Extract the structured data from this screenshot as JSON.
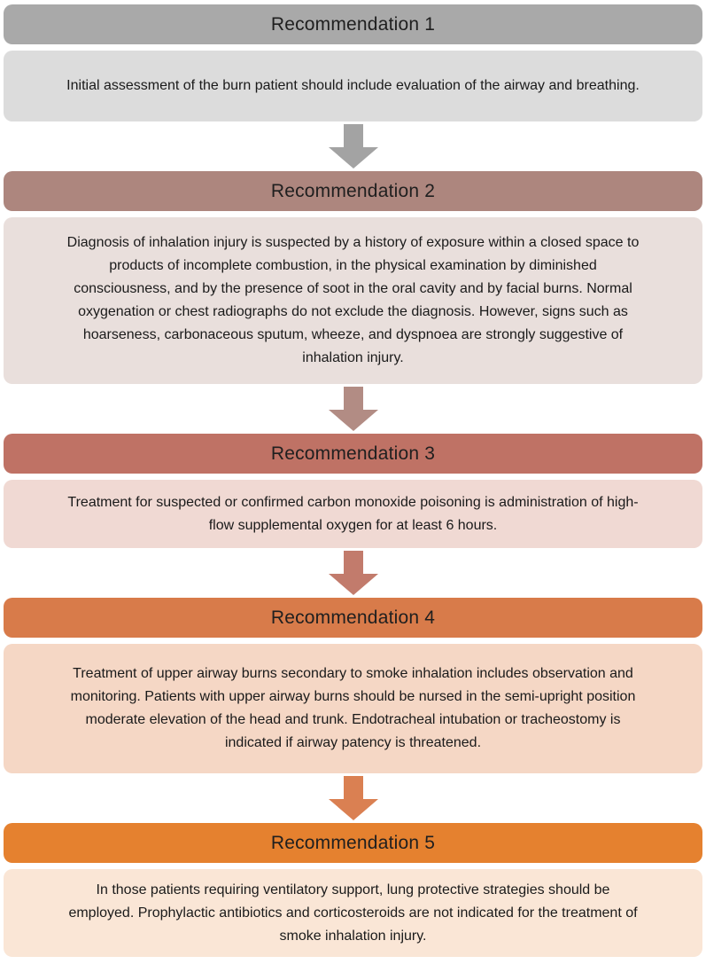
{
  "page": {
    "background_color": "#ffffff"
  },
  "sections": [
    {
      "header": "Recommendation 1",
      "body": "Initial assessment of the burn patient should include evaluation of the airway and breathing.",
      "header_color": "#a9a9a9",
      "body_color": "#dcdcdc",
      "arrow_color": "#a3a3a3"
    },
    {
      "header": "Recommendation 2",
      "body": "Diagnosis of inhalation injury is suspected by a history of exposure within a closed space to products of incomplete combustion, in the physical examination by diminished consciousness, and by the presence of soot in the oral cavity and by facial burns. Normal oxygenation or chest radiographs do not exclude the diagnosis. However, signs such as hoarseness, carbonaceous sputum, wheeze, and dyspnoea are strongly suggestive of inhalation injury.",
      "header_color": "#ad867e",
      "body_color": "#e9dfdc",
      "arrow_color": "#b28c84"
    },
    {
      "header": "Recommendation 3",
      "body": "Treatment for suspected or confirmed carbon monoxide poisoning is administration of high-flow supplemental oxygen for at least 6 hours.",
      "header_color": "#bf7265",
      "body_color": "#f0d9d3",
      "arrow_color": "#c27b6c"
    },
    {
      "header": "Recommendation 4",
      "body": "Treatment of upper airway burns secondary to smoke inhalation includes observation and monitoring. Patients with upper airway burns should be nursed in the semi-upright position moderate elevation of the head and trunk. Endotracheal intubation or tracheostomy is indicated if airway patency is threatened.",
      "header_color": "#d87b4a",
      "body_color": "#f5d7c5",
      "arrow_color": "#da8052"
    },
    {
      "header": "Recommendation 5",
      "body": "In those patients requiring ventilatory support, lung protective strategies should be employed. Prophylactic antibiotics and corticosteroids are not indicated for the treatment of smoke inhalation injury.",
      "header_color": "#e5812f",
      "body_color": "#fae6d6",
      "arrow_color": null
    }
  ]
}
